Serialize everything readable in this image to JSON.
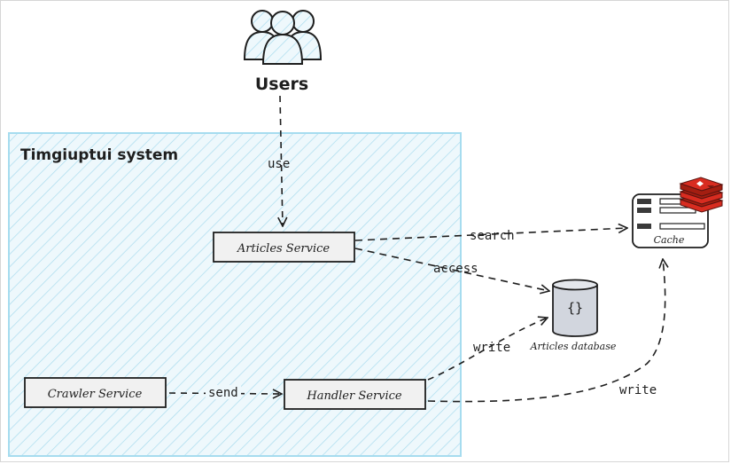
{
  "diagram": {
    "system_label": "Timgiuptui system",
    "users_label": "Users",
    "nodes": {
      "articles_service": "Articles Service",
      "crawler_service": "Crawler Service",
      "handler_service": "Handler Service",
      "cache": "Cache",
      "articles_database": "Articles database",
      "database_glyph": "{}"
    },
    "edges": {
      "use": "use",
      "search": "search",
      "access": "access",
      "write_db": "write",
      "write_cache": "write",
      "send": "send"
    },
    "colors": {
      "boundary_fill": "#e3f4fb",
      "boundary_stroke": "#a6dcef",
      "box_fill": "#f1f1f1",
      "stroke": "#1e1e1e",
      "db_fill": "#d2d6de",
      "redis_red": "#d82c20"
    },
    "icons": {
      "users": "users-group-icon",
      "cache": "cache-icon",
      "redis": "redis-logo-icon",
      "database": "database-cylinder-icon"
    }
  }
}
